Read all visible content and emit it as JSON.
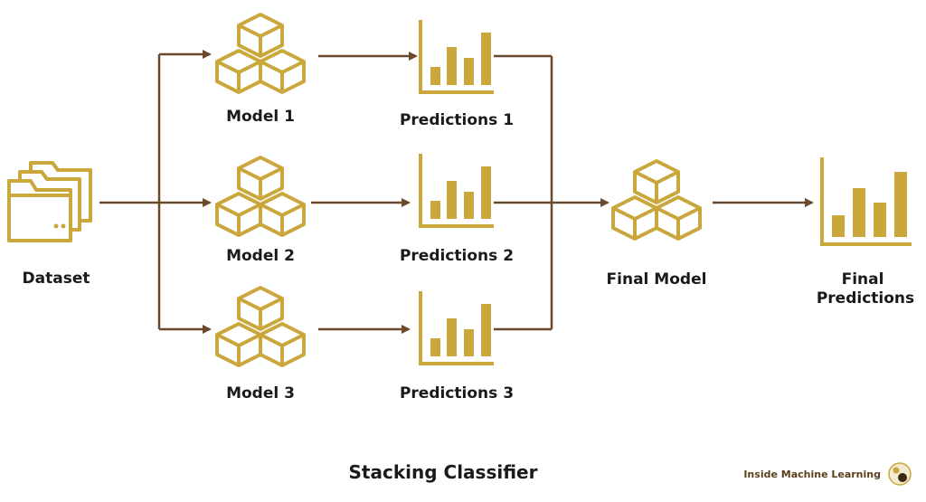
{
  "colors": {
    "icon": "#c9a73a",
    "arrow": "#6b4a2b",
    "text": "#1a1a1a",
    "brand_text": "#5a3f1c"
  },
  "icons": {
    "dataset": "folder-stack-icon",
    "model": "cubes-icon",
    "predictions": "bar-chart-icon"
  },
  "nodes": {
    "dataset": "Dataset",
    "model_1": "Model 1",
    "model_2": "Model 2",
    "model_3": "Model 3",
    "predictions_1": "Predictions 1",
    "predictions_2": "Predictions 2",
    "predictions_3": "Predictions 3",
    "final_model": "Final Model",
    "final_predictions_line1": "Final",
    "final_predictions_line2": "Predictions"
  },
  "title": "Stacking Classifier",
  "brand": "Inside Machine Learning"
}
